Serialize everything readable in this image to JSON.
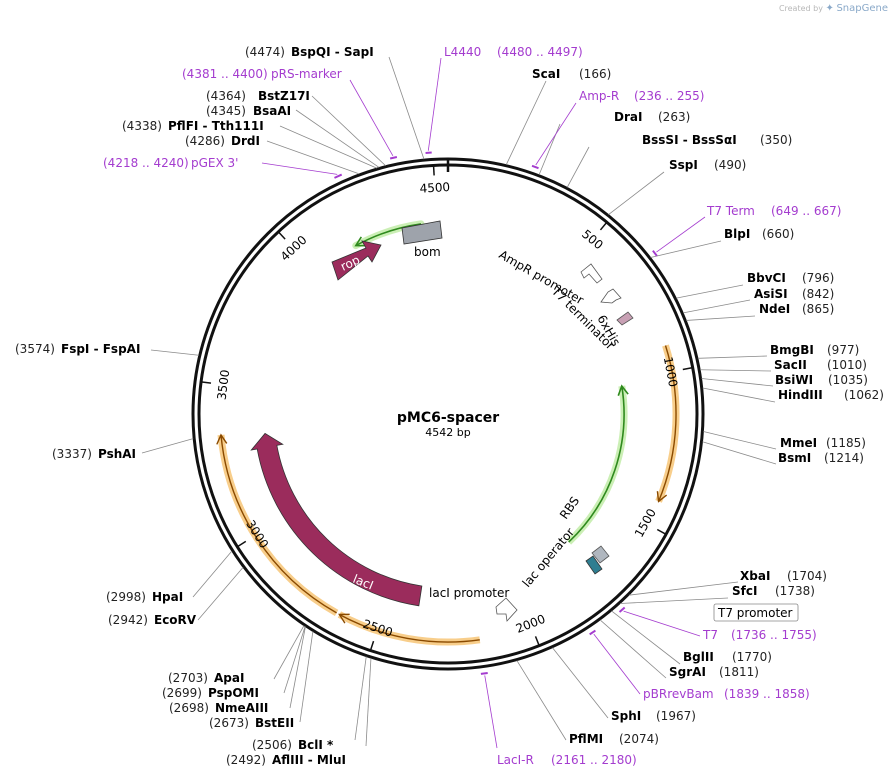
{
  "app": {
    "credit_prefix": "Created by",
    "credit_brand": "SnapGene"
  },
  "map": {
    "name": "pMC6-spacer",
    "length_label": "4542 bp",
    "total_bp": 4542,
    "ticks": [
      {
        "bp": 500,
        "label": "500"
      },
      {
        "bp": 1000,
        "label": "1000"
      },
      {
        "bp": 1500,
        "label": "1500"
      },
      {
        "bp": 2000,
        "label": "2000"
      },
      {
        "bp": 2500,
        "label": "2500"
      },
      {
        "bp": 3000,
        "label": "3000"
      },
      {
        "bp": 3500,
        "label": "3500"
      },
      {
        "bp": 4000,
        "label": "4000"
      },
      {
        "bp": 4500,
        "label": "4500"
      }
    ]
  },
  "enzymes": [
    {
      "name": "BspQI - SapI",
      "pos": "(4474)",
      "bp": 4474
    },
    {
      "name": "ScaI",
      "pos": "(166)",
      "bp": 166
    },
    {
      "name": "DraI",
      "pos": "(263)",
      "bp": 263
    },
    {
      "name": "BssSI - BssSαI",
      "pos": "(350)",
      "bp": 350
    },
    {
      "name": "SspI",
      "pos": "(490)",
      "bp": 490
    },
    {
      "name": "BlpI",
      "pos": "(660)",
      "bp": 660
    },
    {
      "name": "BbvCI",
      "pos": "(796)",
      "bp": 796
    },
    {
      "name": "AsiSI",
      "pos": "(842)",
      "bp": 842
    },
    {
      "name": "NdeI",
      "pos": "(865)",
      "bp": 865
    },
    {
      "name": "BmgBI",
      "pos": "(977)",
      "bp": 977
    },
    {
      "name": "SacII",
      "pos": "(1010)",
      "bp": 1010
    },
    {
      "name": "BsiWI",
      "pos": "(1035)",
      "bp": 1035
    },
    {
      "name": "HindIII",
      "pos": "(1062)",
      "bp": 1062
    },
    {
      "name": "MmeI",
      "pos": "(1185)",
      "bp": 1185
    },
    {
      "name": "BsmI",
      "pos": "(1214)",
      "bp": 1214
    },
    {
      "name": "XbaI",
      "pos": "(1704)",
      "bp": 1704
    },
    {
      "name": "SfcI",
      "pos": "(1738)",
      "bp": 1738
    },
    {
      "name": "BglII",
      "pos": "(1770)",
      "bp": 1770
    },
    {
      "name": "SgrAI",
      "pos": "(1811)",
      "bp": 1811
    },
    {
      "name": "SphI",
      "pos": "(1967)",
      "bp": 1967
    },
    {
      "name": "PflMI",
      "pos": "(2074)",
      "bp": 2074
    },
    {
      "name": "AflIII - MluI",
      "pos": "(2492)",
      "bp": 2492
    },
    {
      "name": "BclI *",
      "pos": "(2506)",
      "bp": 2506
    },
    {
      "name": "BstEII",
      "pos": "(2673)",
      "bp": 2673
    },
    {
      "name": "NmeAIII",
      "pos": "(2698)",
      "bp": 2698
    },
    {
      "name": "PspOMI",
      "pos": "(2699)",
      "bp": 2699
    },
    {
      "name": "ApaI",
      "pos": "(2703)",
      "bp": 2703
    },
    {
      "name": "EcoRV",
      "pos": "(2942)",
      "bp": 2942
    },
    {
      "name": "HpaI",
      "pos": "(2998)",
      "bp": 2998
    },
    {
      "name": "PshAI",
      "pos": "(3337)",
      "bp": 3337
    },
    {
      "name": "FspI - FspAI",
      "pos": "(3574)",
      "bp": 3574
    },
    {
      "name": "DrdI",
      "pos": "(4286)",
      "bp": 4286
    },
    {
      "name": "PflFI - Tth111I",
      "pos": "(4338)",
      "bp": 4338
    },
    {
      "name": "BsaAI",
      "pos": "(4345)",
      "bp": 4345
    },
    {
      "name": "BstZ17I",
      "pos": "(4364)",
      "bp": 4364
    }
  ],
  "primers": [
    {
      "name": "L4440",
      "range": "(4480 .. 4497)",
      "start": 4480,
      "end": 4497
    },
    {
      "name": "Amp-R",
      "range": "(236 .. 255)",
      "start": 236,
      "end": 255
    },
    {
      "name": "T7 Term",
      "range": "(649 .. 667)",
      "start": 649,
      "end": 667
    },
    {
      "name": "T7",
      "range": "(1736 .. 1755)",
      "start": 1736,
      "end": 1755
    },
    {
      "name": "pBRrevBam",
      "range": "(1839 .. 1858)",
      "start": 1839,
      "end": 1858
    },
    {
      "name": "LacI-R",
      "range": "(2161 .. 2180)",
      "start": 2161,
      "end": 2180
    },
    {
      "name": "pGEX 3'",
      "range": "(4218 .. 4240)",
      "start": 4218,
      "end": 4240
    },
    {
      "name": "pRS-marker",
      "range": "(4381 .. 4400)",
      "start": 4381,
      "end": 4400
    }
  ],
  "features": {
    "rop": "rop",
    "bom": "bom",
    "ampr_promoter": "AmpR promoter",
    "t7_terminator": "T7 terminator",
    "his": "6xHis",
    "rbs": "RBS",
    "lac_operator": "lac operator",
    "laci_promoter": "lacI promoter",
    "laci": "lacI",
    "t7_promoter": "T7 promoter"
  }
}
